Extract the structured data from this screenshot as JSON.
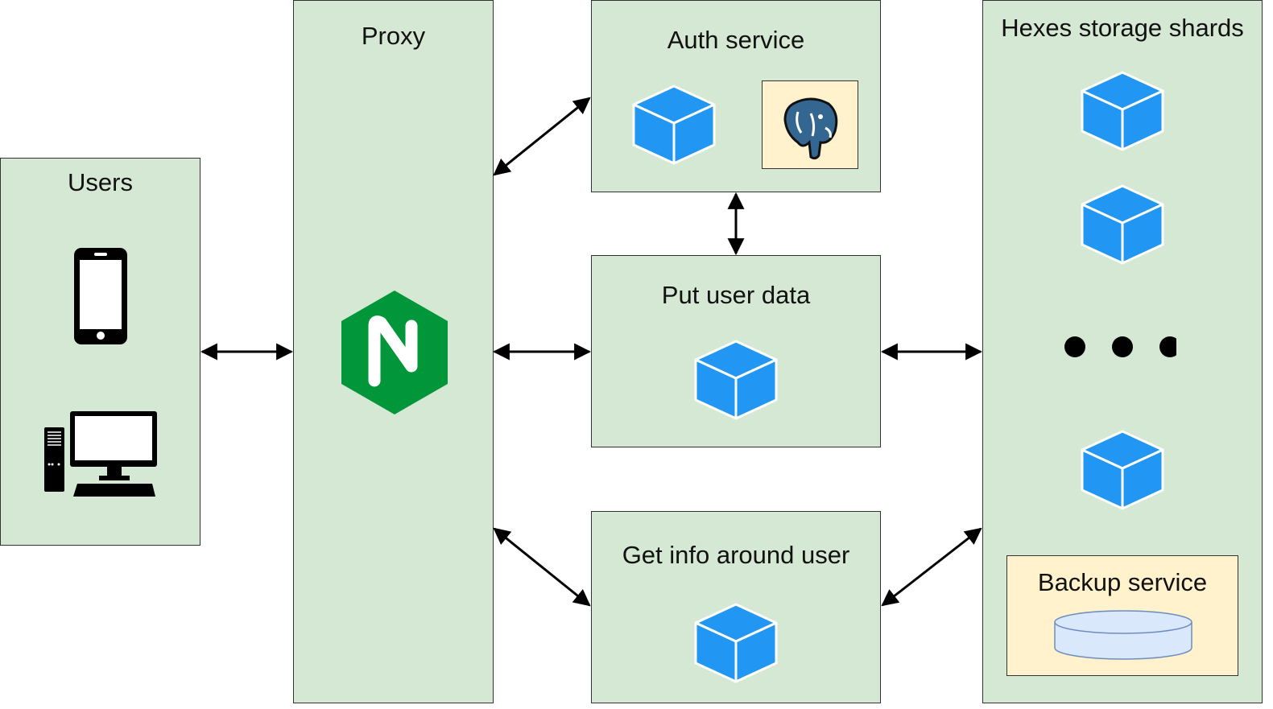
{
  "users": {
    "title": "Users"
  },
  "proxy": {
    "title": "Proxy"
  },
  "auth": {
    "title": "Auth service"
  },
  "put": {
    "title": "Put user data"
  },
  "get": {
    "title": "Get info around user"
  },
  "shards": {
    "title": "Hexes storage shards"
  },
  "backup": {
    "title": "Backup service"
  },
  "colors": {
    "container": "#d5e8d4",
    "inner": "#fff2cc",
    "cube": "#2196f3",
    "nginx": "#009639",
    "postgres": "#336791",
    "disk": "#dae8fc"
  },
  "icons": {
    "phone": "smartphone-icon",
    "desktop": "desktop-computer-icon",
    "proxy": "nginx-logo",
    "db": "postgresql-elephant-icon",
    "service": "cube-icon",
    "storage": "disk-cylinder-icon"
  }
}
